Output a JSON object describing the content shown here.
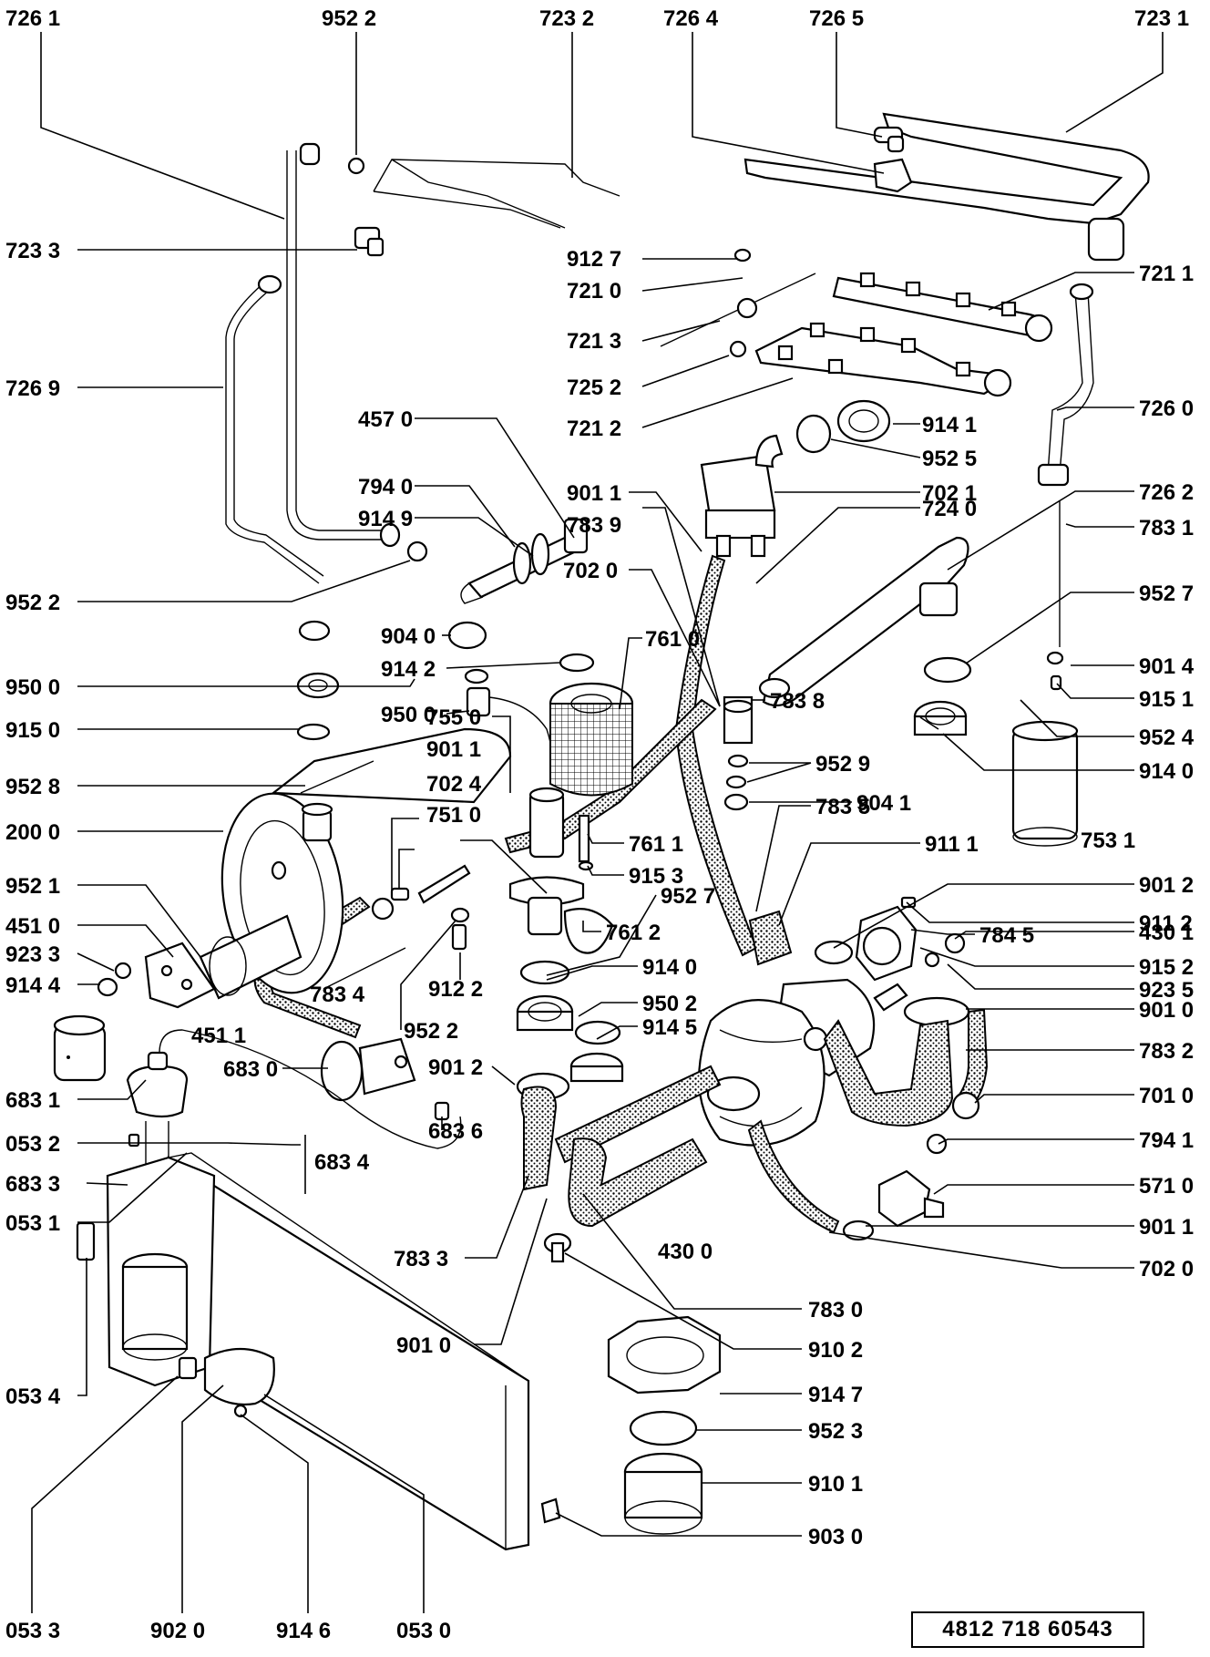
{
  "diagram": {
    "reference_number": "4812 718 60543",
    "labels": [
      {
        "id": "l-726-1-top",
        "text": "726 1"
      },
      {
        "id": "l-952-2-top",
        "text": "952 2"
      },
      {
        "id": "l-723-2",
        "text": "723 2"
      },
      {
        "id": "l-726-4",
        "text": "726 4"
      },
      {
        "id": "l-726-5",
        "text": "726 5"
      },
      {
        "id": "l-723-1",
        "text": "723 1"
      },
      {
        "id": "l-723-3",
        "text": "723 3"
      },
      {
        "id": "l-912-7",
        "text": "912 7"
      },
      {
        "id": "l-721-0",
        "text": "721 0"
      },
      {
        "id": "l-721-1",
        "text": "721 1"
      },
      {
        "id": "l-721-3",
        "text": "721 3"
      },
      {
        "id": "l-726-9",
        "text": "726 9"
      },
      {
        "id": "l-725-2",
        "text": "725 2"
      },
      {
        "id": "l-721-2",
        "text": "721 2"
      },
      {
        "id": "l-726-0",
        "text": "726 0"
      },
      {
        "id": "l-914-1",
        "text": "914 1"
      },
      {
        "id": "l-457-0",
        "text": "457 0"
      },
      {
        "id": "l-952-5",
        "text": "952 5"
      },
      {
        "id": "l-794-0",
        "text": "794 0"
      },
      {
        "id": "l-901-1-a",
        "text": "901 1"
      },
      {
        "id": "l-702-1",
        "text": "702 1"
      },
      {
        "id": "l-726-2",
        "text": "726 2"
      },
      {
        "id": "l-914-9",
        "text": "914 9"
      },
      {
        "id": "l-783-9",
        "text": "783 9"
      },
      {
        "id": "l-724-0",
        "text": "724 0"
      },
      {
        "id": "l-783-1",
        "text": "783 1"
      },
      {
        "id": "l-952-2-mid",
        "text": "952 2"
      },
      {
        "id": "l-702-0-a",
        "text": "702 0"
      },
      {
        "id": "l-761-0",
        "text": "761 0"
      },
      {
        "id": "l-952-7-a",
        "text": "952 7"
      },
      {
        "id": "l-904-0",
        "text": "904 0"
      },
      {
        "id": "l-914-2",
        "text": "914 2"
      },
      {
        "id": "l-901-4",
        "text": "901 4"
      },
      {
        "id": "l-950-0-a",
        "text": "950 0"
      },
      {
        "id": "l-783-8",
        "text": "783 8"
      },
      {
        "id": "l-915-1",
        "text": "915 1"
      },
      {
        "id": "l-950-0-b",
        "text": "950  0"
      },
      {
        "id": "l-952-9",
        "text": "952 9"
      },
      {
        "id": "l-952-4",
        "text": "952 4"
      },
      {
        "id": "l-915-0",
        "text": "915 0"
      },
      {
        "id": "l-755-0",
        "text": "755 0"
      },
      {
        "id": "l-904-1",
        "text": "904 1"
      },
      {
        "id": "l-914-0-a",
        "text": "914 0"
      },
      {
        "id": "l-952-8",
        "text": "952 8"
      },
      {
        "id": "l-901-1-b",
        "text": "901 1"
      },
      {
        "id": "l-783-5",
        "text": "783 5"
      },
      {
        "id": "l-702-4",
        "text": "702 4"
      },
      {
        "id": "l-753-1",
        "text": "753 1"
      },
      {
        "id": "l-200-0",
        "text": "200 0"
      },
      {
        "id": "l-751-0",
        "text": "751 0"
      },
      {
        "id": "l-761-1",
        "text": "761 1"
      },
      {
        "id": "l-911-1",
        "text": "911 1"
      },
      {
        "id": "l-915-3",
        "text": "915 3"
      },
      {
        "id": "l-901-2-a",
        "text": "901 2"
      },
      {
        "id": "l-952-1",
        "text": "952 1"
      },
      {
        "id": "l-952-7-b",
        "text": "952 7"
      },
      {
        "id": "l-911-2",
        "text": "911 2"
      },
      {
        "id": "l-784-5",
        "text": "784 5"
      },
      {
        "id": "l-451-0",
        "text": "451 0"
      },
      {
        "id": "l-761-2",
        "text": "761 2"
      },
      {
        "id": "l-430-1",
        "text": "430 1"
      },
      {
        "id": "l-923-3",
        "text": "923 3"
      },
      {
        "id": "l-914-0-b",
        "text": "914 0"
      },
      {
        "id": "l-915-2",
        "text": "915 2"
      },
      {
        "id": "l-914-4",
        "text": "914 4"
      },
      {
        "id": "l-912-2",
        "text": "912 2"
      },
      {
        "id": "l-923-5",
        "text": "923 5"
      },
      {
        "id": "l-783-4",
        "text": "783 4"
      },
      {
        "id": "l-950-2",
        "text": "950 2"
      },
      {
        "id": "l-901-0-a",
        "text": "901 0"
      },
      {
        "id": "l-952-2-low",
        "text": "952 2"
      },
      {
        "id": "l-914-5",
        "text": "914 5"
      },
      {
        "id": "l-451-1",
        "text": "451 1"
      },
      {
        "id": "l-783-2",
        "text": "783 2"
      },
      {
        "id": "l-683-0",
        "text": "683 0"
      },
      {
        "id": "l-901-2-b",
        "text": "901 2"
      },
      {
        "id": "l-701-0",
        "text": "701 0"
      },
      {
        "id": "l-683-1",
        "text": "683 1"
      },
      {
        "id": "l-683-6",
        "text": "683 6"
      },
      {
        "id": "l-794-1",
        "text": "794 1"
      },
      {
        "id": "l-053-2",
        "text": "053 2"
      },
      {
        "id": "l-683-4",
        "text": "683 4"
      },
      {
        "id": "l-571-0",
        "text": "571 0"
      },
      {
        "id": "l-683-3",
        "text": "683 3"
      },
      {
        "id": "l-901-1-c",
        "text": "901 1"
      },
      {
        "id": "l-053-1",
        "text": "053 1"
      },
      {
        "id": "l-783-3",
        "text": "783  3"
      },
      {
        "id": "l-430-0",
        "text": "430  0"
      },
      {
        "id": "l-702-0-b",
        "text": "702 0"
      },
      {
        "id": "l-901-0-b",
        "text": "901 0"
      },
      {
        "id": "l-783-0",
        "text": "783 0"
      },
      {
        "id": "l-910-2",
        "text": "910 2"
      },
      {
        "id": "l-053-4",
        "text": "053 4"
      },
      {
        "id": "l-914-7",
        "text": "914 7"
      },
      {
        "id": "l-952-3",
        "text": "952 3"
      },
      {
        "id": "l-910-1",
        "text": "910 1"
      },
      {
        "id": "l-903-0",
        "text": "903 0"
      },
      {
        "id": "l-053-3",
        "text": "053 3"
      },
      {
        "id": "l-902-0",
        "text": "902 0"
      },
      {
        "id": "l-914-6",
        "text": "914 6"
      },
      {
        "id": "l-053-0",
        "text": "053 0"
      }
    ]
  }
}
